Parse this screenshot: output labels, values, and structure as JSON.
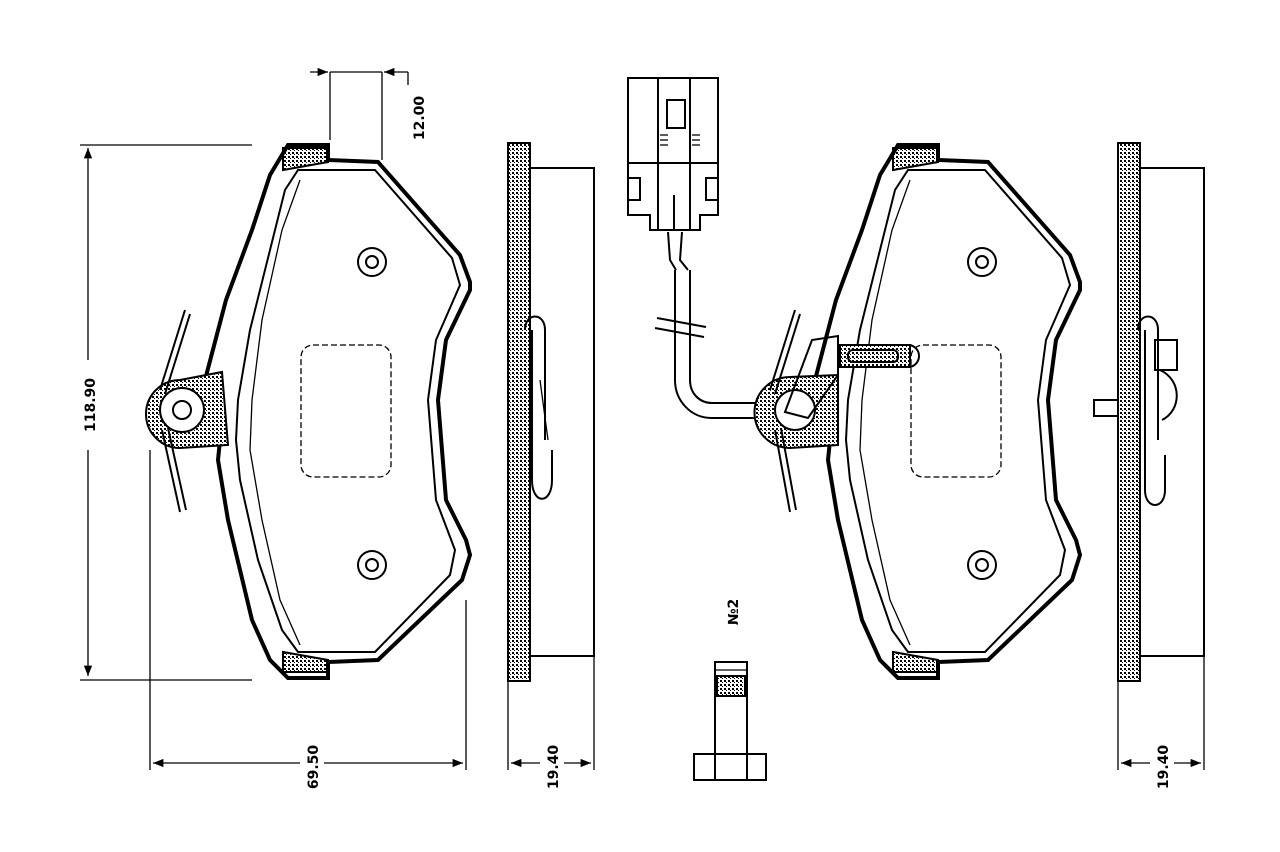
{
  "drawing": {
    "title": "Brake pad set technical drawing",
    "stroke_color": "#000000",
    "background": "#ffffff"
  },
  "dimensions": {
    "height": "118.90",
    "width": "69.50",
    "thickness_left": "19.40",
    "thickness_right": "19.40",
    "lug_width": "12.00"
  },
  "labels": {
    "bolt_count": "№2"
  },
  "parts": [
    {
      "name": "left-pad-front-view"
    },
    {
      "name": "left-pad-side-view"
    },
    {
      "name": "wear-sensor-connector"
    },
    {
      "name": "right-pad-front-view"
    },
    {
      "name": "right-pad-side-view"
    },
    {
      "name": "mounting-bolt"
    }
  ]
}
